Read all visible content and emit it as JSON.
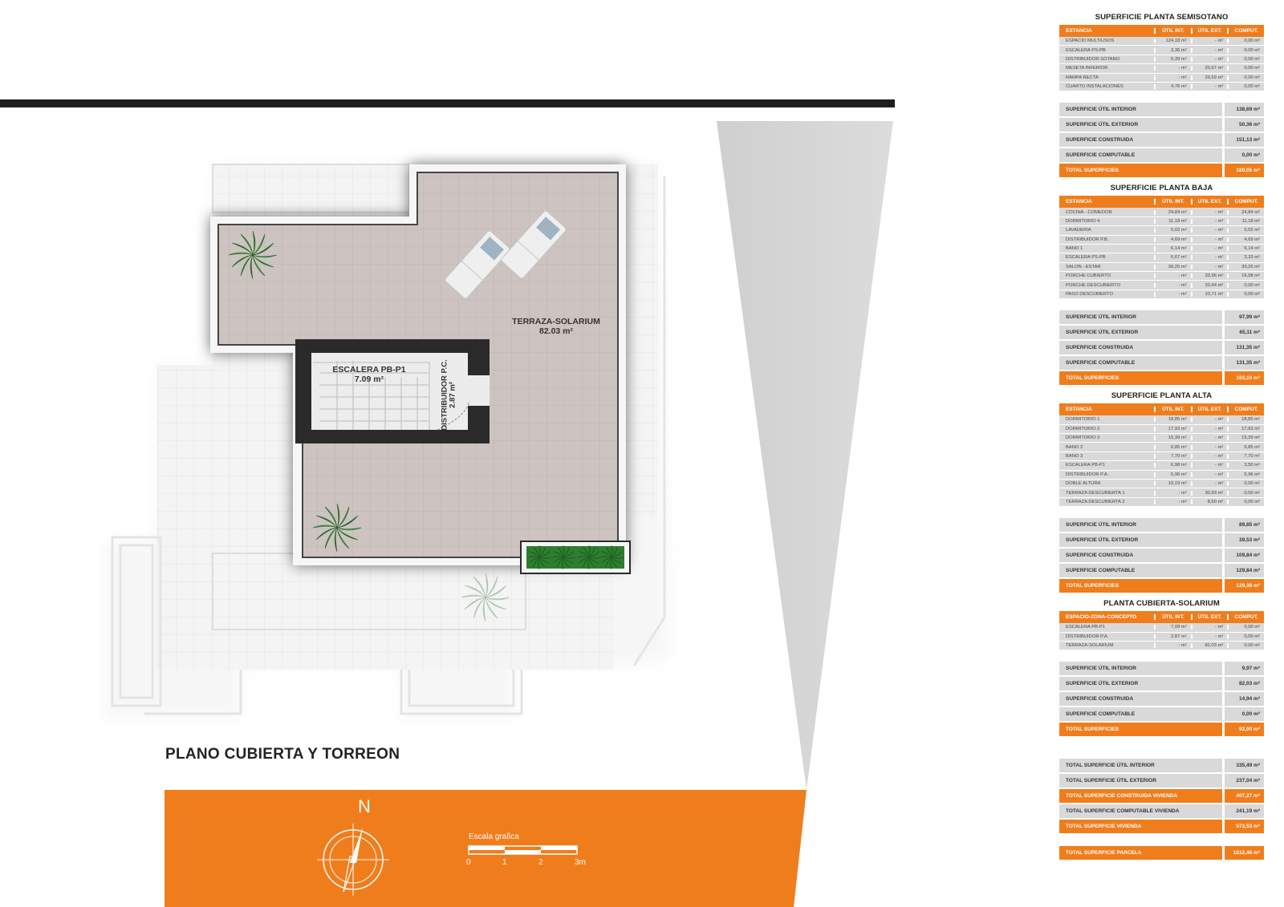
{
  "plan": {
    "title": "PLANO CUBIERTA Y TORREON",
    "north_label": "N",
    "scale_label": "Escala grafica",
    "scale_ticks": [
      "0",
      "1",
      "2",
      "3m"
    ],
    "rooms": [
      {
        "name": "TERRAZA-SOLARIUM",
        "area": "82.03 m²"
      },
      {
        "name": "ESCALERA PB-P1",
        "area": "7.09 m²"
      },
      {
        "name": "DISTRIBUIDOR P.C.",
        "area": "2.87 m²"
      }
    ],
    "icons": [
      "compass-rose-icon",
      "palm-plant-icon",
      "sun-lounger-icon",
      "planter-icon"
    ]
  },
  "colors": {
    "accent": "#f07d1c",
    "table_grey": "#d9d9d9",
    "floor": "#cdc3c0",
    "wall": "#2a2a2a"
  },
  "tables": {
    "header": {
      "c2": "ÚTIL INT.",
      "c3": "ÚTIL EXT.",
      "c4": "COMPUT."
    },
    "sections": [
      {
        "title": "SUPERFICIE PLANTA SEMISOTANO",
        "col1": "ESTANCIA",
        "rows": [
          [
            "ESPACIO MULTIUSOS",
            "124,18 m²",
            "- m²",
            "0,00 m²"
          ],
          [
            "ESCALERA PS-PB",
            "3,36 m²",
            "- m²",
            "0,00 m²"
          ],
          [
            "DISTRIBUIDOR SOTANO",
            "5,39 m²",
            "- m²",
            "0,00 m²"
          ],
          [
            "MESETA INFERIOR",
            "- m²",
            "20,67 m²",
            "0,00 m²"
          ],
          [
            "RAMPA RECTA",
            "- m²",
            "29,69 m²",
            "0,00 m²"
          ],
          [
            "CUARTO INSTALACIONES",
            "4,76 m²",
            "- m²",
            "0,00 m²"
          ]
        ],
        "summary": [
          [
            "SUPERFICIE ÚTIL INTERIOR",
            "138,69 m²",
            false
          ],
          [
            "SUPERFICIE ÚTIL EXTERIOR",
            "50,36 m²",
            false
          ],
          [
            "SUPERFICIE CONSTRUIDA",
            "151,13 m²",
            false
          ],
          [
            "SUPERFICIE COMPUTABLE",
            "0,00 m²",
            false
          ],
          [
            "TOTAL SUPERFICIES",
            "189,05 m²",
            true
          ]
        ]
      },
      {
        "title": "SUPERFICIE PLANTA BAJA",
        "col1": "ESTANCIA",
        "rows": [
          [
            "COCINA - COMEDOR",
            "24,84 m²",
            "- m²",
            "24,84 m²"
          ],
          [
            "DORMITORIO 4",
            "11,18 m²",
            "- m²",
            "11,18 m²"
          ],
          [
            "LAVADERIA",
            "5,02 m²",
            "- m²",
            "5,02 m²"
          ],
          [
            "DISTRIBUIDOR P.B.",
            "4,69 m²",
            "- m²",
            "4,69 m²"
          ],
          [
            "BAÑO 1",
            "6,14 m²",
            "- m²",
            "6,14 m²"
          ],
          [
            "ESCALERA PS-PB",
            "6,67 m²",
            "- m²",
            "3,33 m²"
          ],
          [
            "SALON - ESTAR",
            "39,25 m²",
            "- m²",
            "39,25 m²"
          ],
          [
            "PORCHE CUBIERTO",
            "- m²",
            "33,96 m²",
            "16,98 m²"
          ],
          [
            "PORCHE DESCUBIERTO",
            "- m²",
            "20,44 m²",
            "0,00 m²"
          ],
          [
            "PASO DESCUBIERTO",
            "- m²",
            "10,71 m²",
            "0,00 m²"
          ]
        ],
        "summary": [
          [
            "SUPERFICIE ÚTIL INTERIOR",
            "97,99 m²",
            false
          ],
          [
            "SUPERFICIE ÚTIL EXTERIOR",
            "65,11 m²",
            false
          ],
          [
            "SUPERFICIE CONSTRUIDA",
            "131,35 m²",
            false
          ],
          [
            "SUPERFICIE COMPUTABLE",
            "131,35 m²",
            false
          ],
          [
            "TOTAL SUPERFICIES",
            "163,10 m²",
            true
          ]
        ]
      },
      {
        "title": "SUPERFICIE PLANTA ALTA",
        "col1": "ESTANCIA",
        "rows": [
          [
            "DORMITORIO 1",
            "18,85 m²",
            "- m²",
            "18,85 m²"
          ],
          [
            "DORMITORIO 2",
            "17,93 m²",
            "- m²",
            "17,93 m²"
          ],
          [
            "DORMITORIO 3",
            "15,39 m²",
            "- m²",
            "15,39 m²"
          ],
          [
            "BAÑO 2",
            "6,85 m²",
            "- m²",
            "6,85 m²"
          ],
          [
            "BAÑO 3",
            "7,70 m²",
            "- m²",
            "7,70 m²"
          ],
          [
            "ESCALERA PB-P1",
            "6,98 m²",
            "- m²",
            "3,50 m²"
          ],
          [
            "DISTRIBUIDOR P.A.",
            "5,96 m²",
            "- m²",
            "5,96 m²"
          ],
          [
            "DOBLE ALTURA",
            "10,19 m²",
            "- m²",
            "0,00 m²"
          ],
          [
            "TERRAZA DESCUBIERTA 1",
            "- m²",
            "30,93 m²",
            "0,00 m²"
          ],
          [
            "TERRAZA DESCUBIERTA 2",
            "- m²",
            "8,60 m²",
            "0,00 m²"
          ]
        ],
        "summary": [
          [
            "SUPERFICIE ÚTIL INTERIOR",
            "89,85 m²",
            false
          ],
          [
            "SUPERFICIE ÚTIL EXTERIOR",
            "39,53 m²",
            false
          ],
          [
            "SUPERFICIE CONSTRUIDA",
            "109,84 m²",
            false
          ],
          [
            "SUPERFICIE COMPUTABLE",
            "129,84 m²",
            false
          ],
          [
            "TOTAL SUPERFICIES",
            "129,38 m²",
            true
          ]
        ]
      },
      {
        "title": "PLANTA CUBIERTA-SOLARIUM",
        "col1": "ESPACIO-ZONA-CONCEPTO",
        "rows": [
          [
            "ESCALERA PB-P1",
            "7,09 m²",
            "- m²",
            "0,00 m²"
          ],
          [
            "DISTRIBUIDOR P.A.",
            "2,87 m²",
            "- m²",
            "0,00 m²"
          ],
          [
            "TERRAZA-SOLARIUM",
            "- m²",
            "82,03 m²",
            "0,00 m²"
          ]
        ],
        "summary": [
          [
            "SUPERFICIE ÚTIL INTERIOR",
            "9,97 m²",
            false
          ],
          [
            "SUPERFICIE ÚTIL EXTERIOR",
            "82,03 m²",
            false
          ],
          [
            "SUPERFICIE CONSTRUIDA",
            "14,94 m²",
            false
          ],
          [
            "SUPERFICIE COMPUTABLE",
            "0,00 m²",
            false
          ],
          [
            "TOTAL SUPERFICIES",
            "92,00 m²",
            true
          ]
        ]
      }
    ],
    "totals": [
      [
        "TOTAL SUPERFICIE ÚTIL INTERIOR",
        "335,49 m²",
        false
      ],
      [
        "TOTAL SUPERFICIE ÚTIL EXTERIOR",
        "237,04 m²",
        false
      ],
      [
        "TOTAL SUPERFICIE CONSTRUIDA VIVIENDA",
        "407,27 m²",
        true
      ],
      [
        "TOTAL SUPERFICIE COMPUTABLE VIVIENDA",
        "241,19 m²",
        false
      ],
      [
        "TOTAL SUPERFICIE VIVIENDA",
        "572,53 m²",
        true
      ]
    ],
    "parcela": [
      "TOTAL SUPERFICIE PARCELA",
      "1512,46 m²",
      true
    ]
  }
}
